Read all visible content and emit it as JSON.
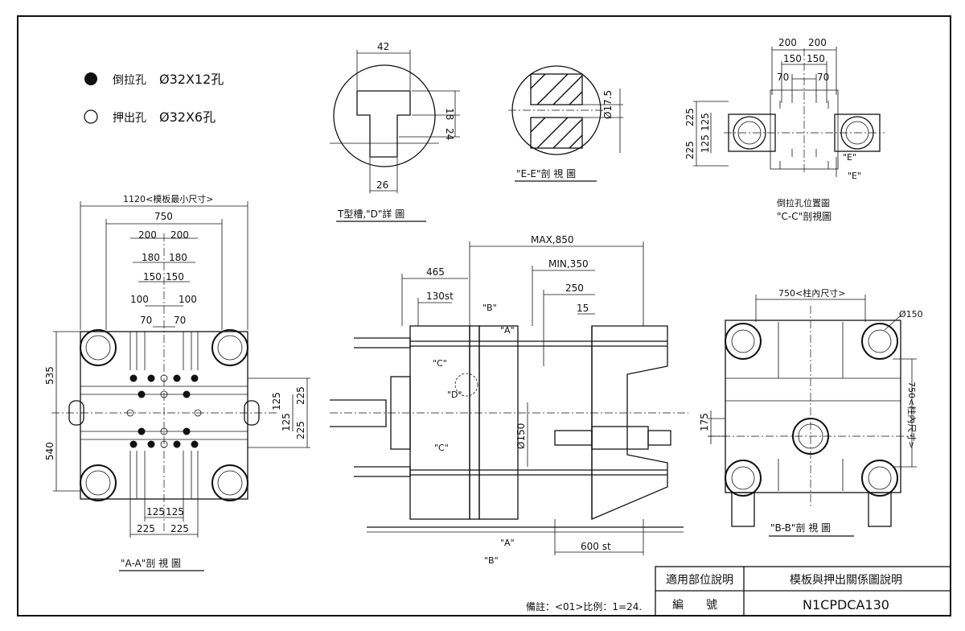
{
  "legend": {
    "item1": {
      "symbol": "filled-circle",
      "label": "倒拉孔",
      "spec": "Ø32X12孔"
    },
    "item2": {
      "symbol": "open-circle",
      "label": "押出孔",
      "spec": "Ø32X6孔"
    }
  },
  "t_slot": {
    "top_dim": "42",
    "dim_18": "18",
    "dim_24": "24",
    "bottom_dim": "26",
    "caption": "T型槽,\"D\"詳 圖"
  },
  "ee": {
    "dim": "Ø17.5",
    "caption": "\"E-E\"剖 視 圖"
  },
  "cc": {
    "dims_top": [
      "200",
      "200"
    ],
    "dims_150": [
      "150",
      "150"
    ],
    "dims_70": [
      "70",
      "70"
    ],
    "dims_left": [
      "225",
      "125",
      "125",
      "225"
    ],
    "e_marks": [
      "\"E\"",
      "\"E\""
    ],
    "caption1": "倒拉孔位置圖",
    "caption2": "\"C-C\"剖視圖"
  },
  "aa": {
    "overall": "1120<模板最小尺寸>",
    "tie": "750",
    "d200": [
      "200",
      "200"
    ],
    "d180": [
      "180",
      "180"
    ],
    "d150": [
      "150",
      "150"
    ],
    "d100": [
      "100",
      "100"
    ],
    "d70": [
      "70",
      "70"
    ],
    "left": [
      "535",
      "540"
    ],
    "right": [
      "225",
      "125",
      "125",
      "225"
    ],
    "bottom125": [
      "125",
      "125"
    ],
    "bottom225": [
      "225",
      "225"
    ],
    "caption": "\"A-A\"剖 視 圖"
  },
  "side": {
    "max": "MAX,850",
    "d465": "465",
    "min": "MIN,350",
    "st130": "130st",
    "d250": "250",
    "d15": "15",
    "phi150": "Ø150",
    "st600": "600 st",
    "labels": {
      "B": "\"B\"",
      "A": "\"A\"",
      "C": "\"C\"",
      "D": "\"D\""
    }
  },
  "bb": {
    "tie": "750<柱內尺寸>",
    "tie_v": "750<柱內尺寸>",
    "phi": "Ø150",
    "d175": "175",
    "caption": "\"B-B\"剖 視 圖"
  },
  "title_block": {
    "label1": "適用部位說明",
    "value1": "模板與押出關係圖說明",
    "label2": "編　　號",
    "value2": "N1CPDCA130"
  },
  "note": "備註：<01>比例：1=24."
}
